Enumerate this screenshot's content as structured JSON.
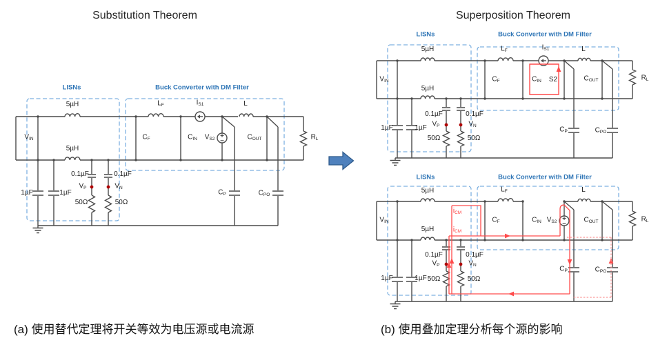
{
  "titles": {
    "left": "Substitution Theorem",
    "right": "Superposition Theorem"
  },
  "captions": {
    "a": "(a) 使用替代定理将开关等效为电压源或电流源",
    "b": "(b) 使用叠加定理分析每个源的影响"
  },
  "section_labels": {
    "lisns": "LISNs",
    "buck": "Buck Converter with DM Filter"
  },
  "labels": {
    "vin": {
      "b": "V",
      "s": "IN"
    },
    "ind5uH": "5µH",
    "cap1uF": "1µF",
    "cap01uF": "0.1µF",
    "vp": {
      "b": "V",
      "s": "P"
    },
    "vn": {
      "b": "V",
      "s": "N"
    },
    "r50": "50Ω",
    "lf": {
      "b": "L",
      "s": "F"
    },
    "is1": {
      "b": "I",
      "s": "S1"
    },
    "l": "L",
    "cf": {
      "b": "C",
      "s": "F"
    },
    "cin": {
      "b": "C",
      "s": "IN"
    },
    "vs2": {
      "b": "V",
      "s": "S2"
    },
    "s2": "S2",
    "cout": {
      "b": "C",
      "s": "OUT"
    },
    "cp": {
      "b": "C",
      "s": "P"
    },
    "cpo": {
      "b": "C",
      "s": "PO"
    },
    "rl": {
      "b": "R",
      "s": "L"
    },
    "icm": {
      "b": "i",
      "s": "CM"
    }
  },
  "icons": {
    "current-source-icon": "circle with left arrow (ideal current source)",
    "voltage-source-icon": "circle with plus-minus (ideal voltage source)",
    "ground-icon": "earth ground (three shortening bars)",
    "flow-arrow-icon": "blue block arrow pointing right",
    "probe-node-dot": "dark red measurement node dot",
    "cm-current-path": "red common-mode current loop with arrows"
  },
  "colors": {
    "wire": "#4A4A4A",
    "dashed_box": "#7EB1E1",
    "section_label": "#2E75B6",
    "red_path": "#FF4C4C",
    "red_dotted": "#FA9898",
    "probe_dot": "#B00000",
    "arrow_fill": "#4F81BD",
    "arrow_stroke": "#2F5B8C",
    "text": "#1F1F1F"
  }
}
